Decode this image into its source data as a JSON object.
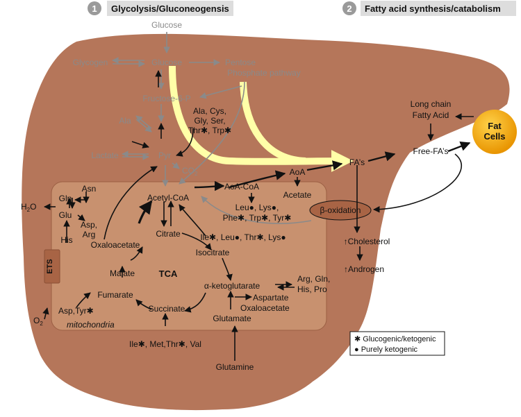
{
  "headers": {
    "h1_num": "1",
    "h1_text": "Glycolysis/Gluconeogensis",
    "h2_num": "2",
    "h2_text": "Fatty acid synthesis/catabolism"
  },
  "labels": {
    "glucose_top": "Glucose",
    "glycogen": "Glycogen",
    "glucose": "Glucose",
    "pentose_1": "Pentose",
    "pentose_2": "Phosphate pathway",
    "fructose": "Fructose-6-P",
    "aa1_1": "Ala, Cys,",
    "aa1_2": "Gly, Ser,",
    "aa1_3": "Thr✱, Trp✱",
    "ala": "Ala",
    "lactate": "Lactate",
    "pyr": "Pyr",
    "co2": "CO",
    "co2_sub": "2",
    "acetyl_coa": "Acetyl-CoA",
    "aoa_coa": "AoA-CoA",
    "aoa": "AoA",
    "acetate": "Acetate",
    "fas": "FA’s",
    "long_chain_1": "Long chain",
    "long_chain_2": "Fatty Acid",
    "free_fas": "Free-FA’s",
    "fat_cells_1": "Fat",
    "fat_cells_2": "Cells",
    "beta_ox": "β-oxidation",
    "leu_1": "Leu●, Lys●,",
    "leu_2": "Phe✱, Trp✱, Tyr✱",
    "asn": "Asn",
    "gln": "Gln",
    "glu": "Glu",
    "his": "His",
    "asp_arg_1": "Asp,",
    "asp_arg_2": "Arg",
    "h2o": "H",
    "h2o_sub": "2",
    "h2o_end": "O",
    "ets": "ETS",
    "oxaloacetate": "Oxaloacetate",
    "citrate": "Citrate",
    "isocitrate": "Isocitrate",
    "ile_line": "Ile✱, Leu●, Thr✱, Lys●",
    "tca": "TCA",
    "malate": "Malate",
    "fumarate": "Fumarate",
    "succinate": "Succinate",
    "aketo": "α-ketoglutarate",
    "arg_gln_1": "Arg, Gln,",
    "arg_gln_2": "His, Pro",
    "aspartate": "Aspartate",
    "oxaloacetate2": "Oxaloacetate",
    "glutamate": "Glutamate",
    "asp_tyr": "Asp,Tyr✱",
    "o2": "O",
    "o2_sub": "2",
    "mitochondria": "mitochondria",
    "ile_met": "Ile✱, Met,Thr✱, Val",
    "glutamine": "Glutamine",
    "cholesterol": "Cholesterol",
    "androgen": "Androgen"
  },
  "legend": {
    "glucogenic": "✱ Glucogenic/ketogenic",
    "ketogenic": "● Purely ketogenic"
  },
  "colors": {
    "liver": "#b5765a",
    "mito": "#c8916f",
    "ets_box": "#a86445",
    "highlight": "#ffffa8",
    "fat_cells": "#f5a80a",
    "grey_text": "#8a8a8a",
    "header_bg": "#dddddd"
  }
}
